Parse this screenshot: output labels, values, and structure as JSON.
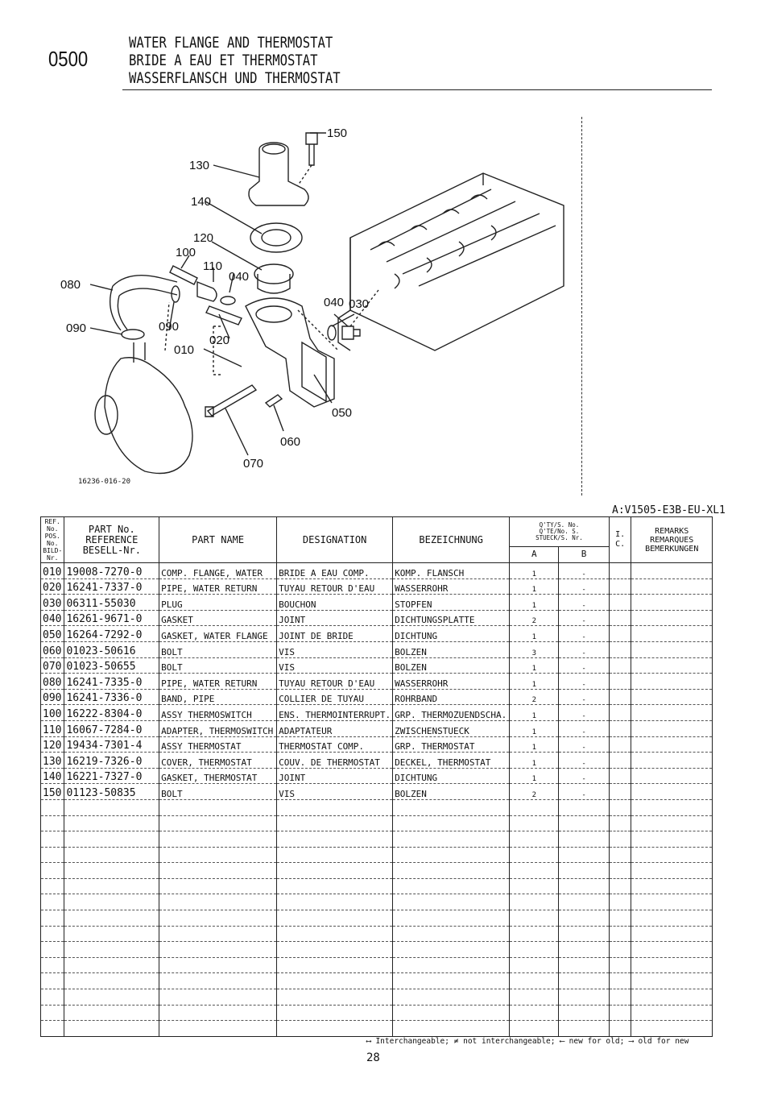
{
  "header": {
    "section": "0500",
    "title_en": "WATER FLANGE AND THERMOSTAT",
    "title_fr": "BRIDE A EAU ET THERMOSTAT",
    "title_de": "WASSERFLANSCH UND THERMOSTAT"
  },
  "diagram": {
    "figure_id": "16236-016-20",
    "callouts": [
      "150",
      "130",
      "140",
      "120",
      "100",
      "110",
      "040",
      "080",
      "090",
      "090",
      "020",
      "010",
      "040",
      "030",
      "050",
      "060",
      "070"
    ]
  },
  "model_code": "A:V1505-E3B-EU-XL1",
  "table": {
    "headers": {
      "ref": [
        "REF. No.",
        "POS. No.",
        "BILD-Nr."
      ],
      "part_no": [
        "PART No.",
        "REFERENCE",
        "BESELL-Nr."
      ],
      "part_name": "PART NAME",
      "designation": "DESIGNATION",
      "bezeichnung": "BEZEICHNUNG",
      "qty": [
        "Q'TY/S. No.",
        "Q'TE/No. S.",
        "STUECK/S. Nr."
      ],
      "qty_a": "A",
      "qty_b": "B",
      "ic": "I. C.",
      "remarks": [
        "REMARKS",
        "REMARQUES",
        "BEMERKUNGEN"
      ]
    },
    "rows": [
      {
        "ref": "010",
        "part_no": "19008-7270-0",
        "name": "COMP. FLANGE, WATER",
        "designation": "BRIDE A EAU COMP.",
        "bez": "KOMP. FLANSCH",
        "qa": "1",
        "qb": "-"
      },
      {
        "ref": "020",
        "part_no": "16241-7337-0",
        "name": "PIPE, WATER RETURN",
        "designation": "TUYAU RETOUR D'EAU",
        "bez": "WASSERROHR",
        "qa": "1",
        "qb": "-"
      },
      {
        "ref": "030",
        "part_no": "06311-55030",
        "name": "PLUG",
        "designation": "BOUCHON",
        "bez": "STOPFEN",
        "qa": "1",
        "qb": "-"
      },
      {
        "ref": "040",
        "part_no": "16261-9671-0",
        "name": "GASKET",
        "designation": "JOINT",
        "bez": "DICHTUNGSPLATTE",
        "qa": "2",
        "qb": "-"
      },
      {
        "ref": "050",
        "part_no": "16264-7292-0",
        "name": "GASKET, WATER FLANGE",
        "designation": "JOINT DE BRIDE",
        "bez": "DICHTUNG",
        "qa": "1",
        "qb": "-"
      },
      {
        "ref": "060",
        "part_no": "01023-50616",
        "name": "BOLT",
        "designation": "VIS",
        "bez": "BOLZEN",
        "qa": "3",
        "qb": "-"
      },
      {
        "ref": "070",
        "part_no": "01023-50655",
        "name": "BOLT",
        "designation": "VIS",
        "bez": "BOLZEN",
        "qa": "1",
        "qb": "-"
      },
      {
        "ref": "080",
        "part_no": "16241-7335-0",
        "name": "PIPE, WATER RETURN",
        "designation": "TUYAU RETOUR D'EAU",
        "bez": "WASSERROHR",
        "qa": "1",
        "qb": "-"
      },
      {
        "ref": "090",
        "part_no": "16241-7336-0",
        "name": "BAND, PIPE",
        "designation": "COLLIER DE TUYAU",
        "bez": "ROHRBAND",
        "qa": "2",
        "qb": "-"
      },
      {
        "ref": "100",
        "part_no": "16222-8304-0",
        "name": "ASSY THERMOSWITCH",
        "designation": "ENS. THERMOINTERRUPT.",
        "bez": "GRP. THERMOZUENDSCHA.",
        "qa": "1",
        "qb": "-"
      },
      {
        "ref": "110",
        "part_no": "16067-7284-0",
        "name": "ADAPTER, THERMOSWITCH",
        "designation": "ADAPTATEUR",
        "bez": "ZWISCHENSTUECK",
        "qa": "1",
        "qb": "-"
      },
      {
        "ref": "120",
        "part_no": "19434-7301-4",
        "name": "ASSY THERMOSTAT",
        "designation": "THERMOSTAT COMP.",
        "bez": "GRP. THERMOSTAT",
        "qa": "1",
        "qb": "-"
      },
      {
        "ref": "130",
        "part_no": "16219-7326-0",
        "name": "COVER, THERMOSTAT",
        "designation": "COUV. DE THERMOSTAT",
        "bez": "DECKEL, THERMOSTAT",
        "qa": "1",
        "qb": "-"
      },
      {
        "ref": "140",
        "part_no": "16221-7327-0",
        "name": "GASKET, THERMOSTAT",
        "designation": "JOINT",
        "bez": "DICHTUNG",
        "qa": "1",
        "qb": "-"
      },
      {
        "ref": "150",
        "part_no": "01123-50835",
        "name": "BOLT",
        "designation": "VIS",
        "bez": "BOLZEN",
        "qa": "2",
        "qb": "-"
      }
    ]
  },
  "footer": {
    "legend": "⟷ Interchangeable; ≠ not interchangeable; ⟵ new for old; ⟶ old for new",
    "page": "28"
  }
}
